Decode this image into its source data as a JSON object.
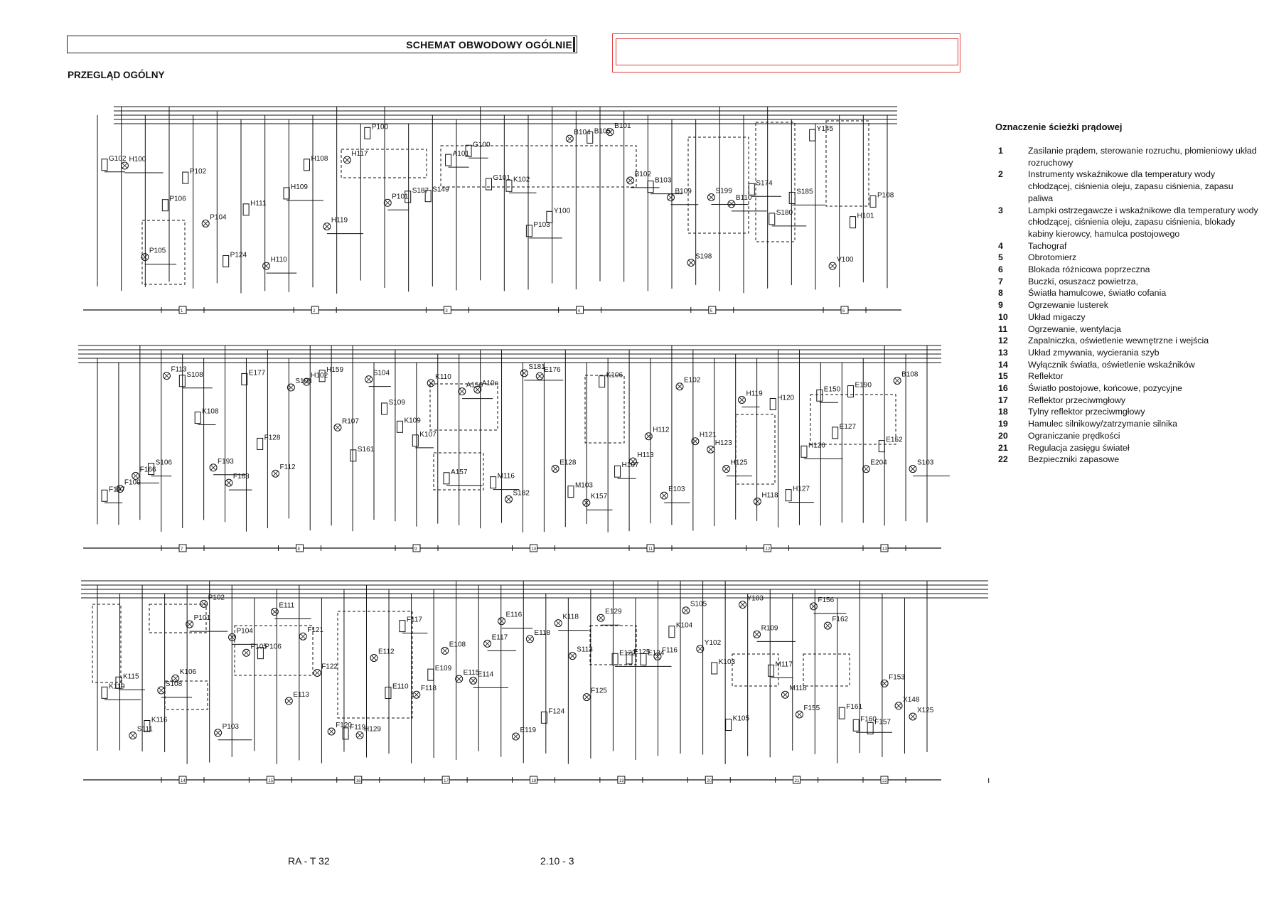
{
  "header": {
    "title": "SCHEMAT OBWODOWY OGÓLNIE"
  },
  "section_title": "PRZEGLĄD OGÓLNY",
  "legend": {
    "title": "Oznaczenie ścieżki prądowej",
    "items": [
      {
        "num": "1",
        "text": "Zasilanie prądem, sterowanie rozruchu, płomieniowy układ rozruchowy"
      },
      {
        "num": "2",
        "text": "Instrumenty wskaźnikowe dla temperatury wody chłodzącej, ciśnienia oleju, zapasu ciśnienia, zapasu paliwa"
      },
      {
        "num": "3",
        "text": "Lampki ostrzegawcze i wskaźnikowe dla temperatury wody chłodzącej, ciśnienia oleju, zapasu ciśnienia, blokady kabiny kierowcy, hamulca postojowego"
      },
      {
        "num": "4",
        "text": "Tachograf"
      },
      {
        "num": "5",
        "text": "Obrotomierz"
      },
      {
        "num": "6",
        "text": "Blokada różnicowa poprzeczna"
      },
      {
        "num": "7",
        "text": "Buczki, osuszacz powietrza,"
      },
      {
        "num": "8",
        "text": "Światła hamulcowe, światło cofania"
      },
      {
        "num": "9",
        "text": "Ogrzewanie lusterek"
      },
      {
        "num": "10",
        "text": "Układ migaczy"
      },
      {
        "num": "11",
        "text": "Ogrzewanie, wentylacja"
      },
      {
        "num": "12",
        "text": "Zapalniczka, oświetlenie wewnętrzne i wejścia"
      },
      {
        "num": "13",
        "text": "Układ zmywania, wycierania szyb"
      },
      {
        "num": "14",
        "text": "Wyłącznik światła, oświetlenie wskaźników"
      },
      {
        "num": "15",
        "text": "Reflektor"
      },
      {
        "num": "16",
        "text": "Światło postojowe, końcowe, pozycyjne"
      },
      {
        "num": "17",
        "text": "Reflektor przeciwmgłowy"
      },
      {
        "num": "18",
        "text": "Tylny reflektor przeciwmgłowy"
      },
      {
        "num": "19",
        "text": "Hamulec silnikowy/zatrzymanie silnika"
      },
      {
        "num": "20",
        "text": "Ograniczanie prędkości"
      },
      {
        "num": "21",
        "text": "Regulacja zasięgu świateł"
      },
      {
        "num": "22",
        "text": "Bezpieczniki zapasowe"
      }
    ]
  },
  "diagram": {
    "row1": {
      "labels": [
        "G102",
        "H100",
        "P105",
        "P106",
        "P102",
        "P104",
        "P124",
        "H111",
        "H110",
        "H109",
        "H108",
        "H119",
        "H117",
        "P100",
        "P101",
        "S187",
        "S149",
        "A101",
        "G100",
        "G101",
        "K102",
        "P103",
        "Y100",
        "B104",
        "B105",
        "B101",
        "B102",
        "B103",
        "B109",
        "S198",
        "S199",
        "B110",
        "S174",
        "S180",
        "S185",
        "Y145",
        "V100",
        "H101",
        "P108"
      ],
      "path_markers": [
        "1",
        "2",
        "3",
        "4",
        "5",
        "6"
      ]
    },
    "row2": {
      "labels": [
        "F107",
        "F109",
        "F166",
        "S106",
        "F113",
        "S108",
        "K108",
        "F193",
        "F163",
        "E177",
        "F128",
        "F112",
        "S108",
        "H102",
        "H159",
        "R107",
        "S161",
        "S104",
        "S109",
        "K109",
        "K107",
        "K110",
        "A157",
        "A156",
        "A10n",
        "M116",
        "S182",
        "S181",
        "E176",
        "E128",
        "M103",
        "K157",
        "K106",
        "H107",
        "H113",
        "H112",
        "E103",
        "E102",
        "H121",
        "H123",
        "H125",
        "H119",
        "H118",
        "H120",
        "H127",
        "H126",
        "E150",
        "E127",
        "E190",
        "E204",
        "E152",
        "B108",
        "S103"
      ],
      "path_markers": [
        "7",
        "8",
        "9",
        "10",
        "11",
        "12",
        "13"
      ]
    },
    "row3": {
      "labels": [
        "K119",
        "K115",
        "S111",
        "K116",
        "S108",
        "K106",
        "P101",
        "P102",
        "P103",
        "P104",
        "P105",
        "P106",
        "E111",
        "E113",
        "F121",
        "F122",
        "F120",
        "F119",
        "H129",
        "E112",
        "E110",
        "F117",
        "F118",
        "E109",
        "E108",
        "E115",
        "E114",
        "E117",
        "E116",
        "E119",
        "E118",
        "F124",
        "K118",
        "S113",
        "F125",
        "E129",
        "E122",
        "E125",
        "E124",
        "F116",
        "K104",
        "S105",
        "Y102",
        "K103",
        "K105",
        "Y103",
        "R109",
        "M117",
        "M118",
        "F155",
        "F156",
        "F162",
        "F161",
        "F160",
        "F157",
        "F153",
        "X148",
        "X125"
      ],
      "path_markers": [
        "14",
        "15",
        "16",
        "17",
        "18",
        "19",
        "20",
        "21",
        "22"
      ]
    }
  },
  "footer": {
    "doc_code": "RA - T 32",
    "page_number": "2.10 - 3"
  },
  "stray_mark": "ı",
  "colors": {
    "ink": "#111111",
    "annotation": "#e04040",
    "paper": "#ffffff"
  }
}
